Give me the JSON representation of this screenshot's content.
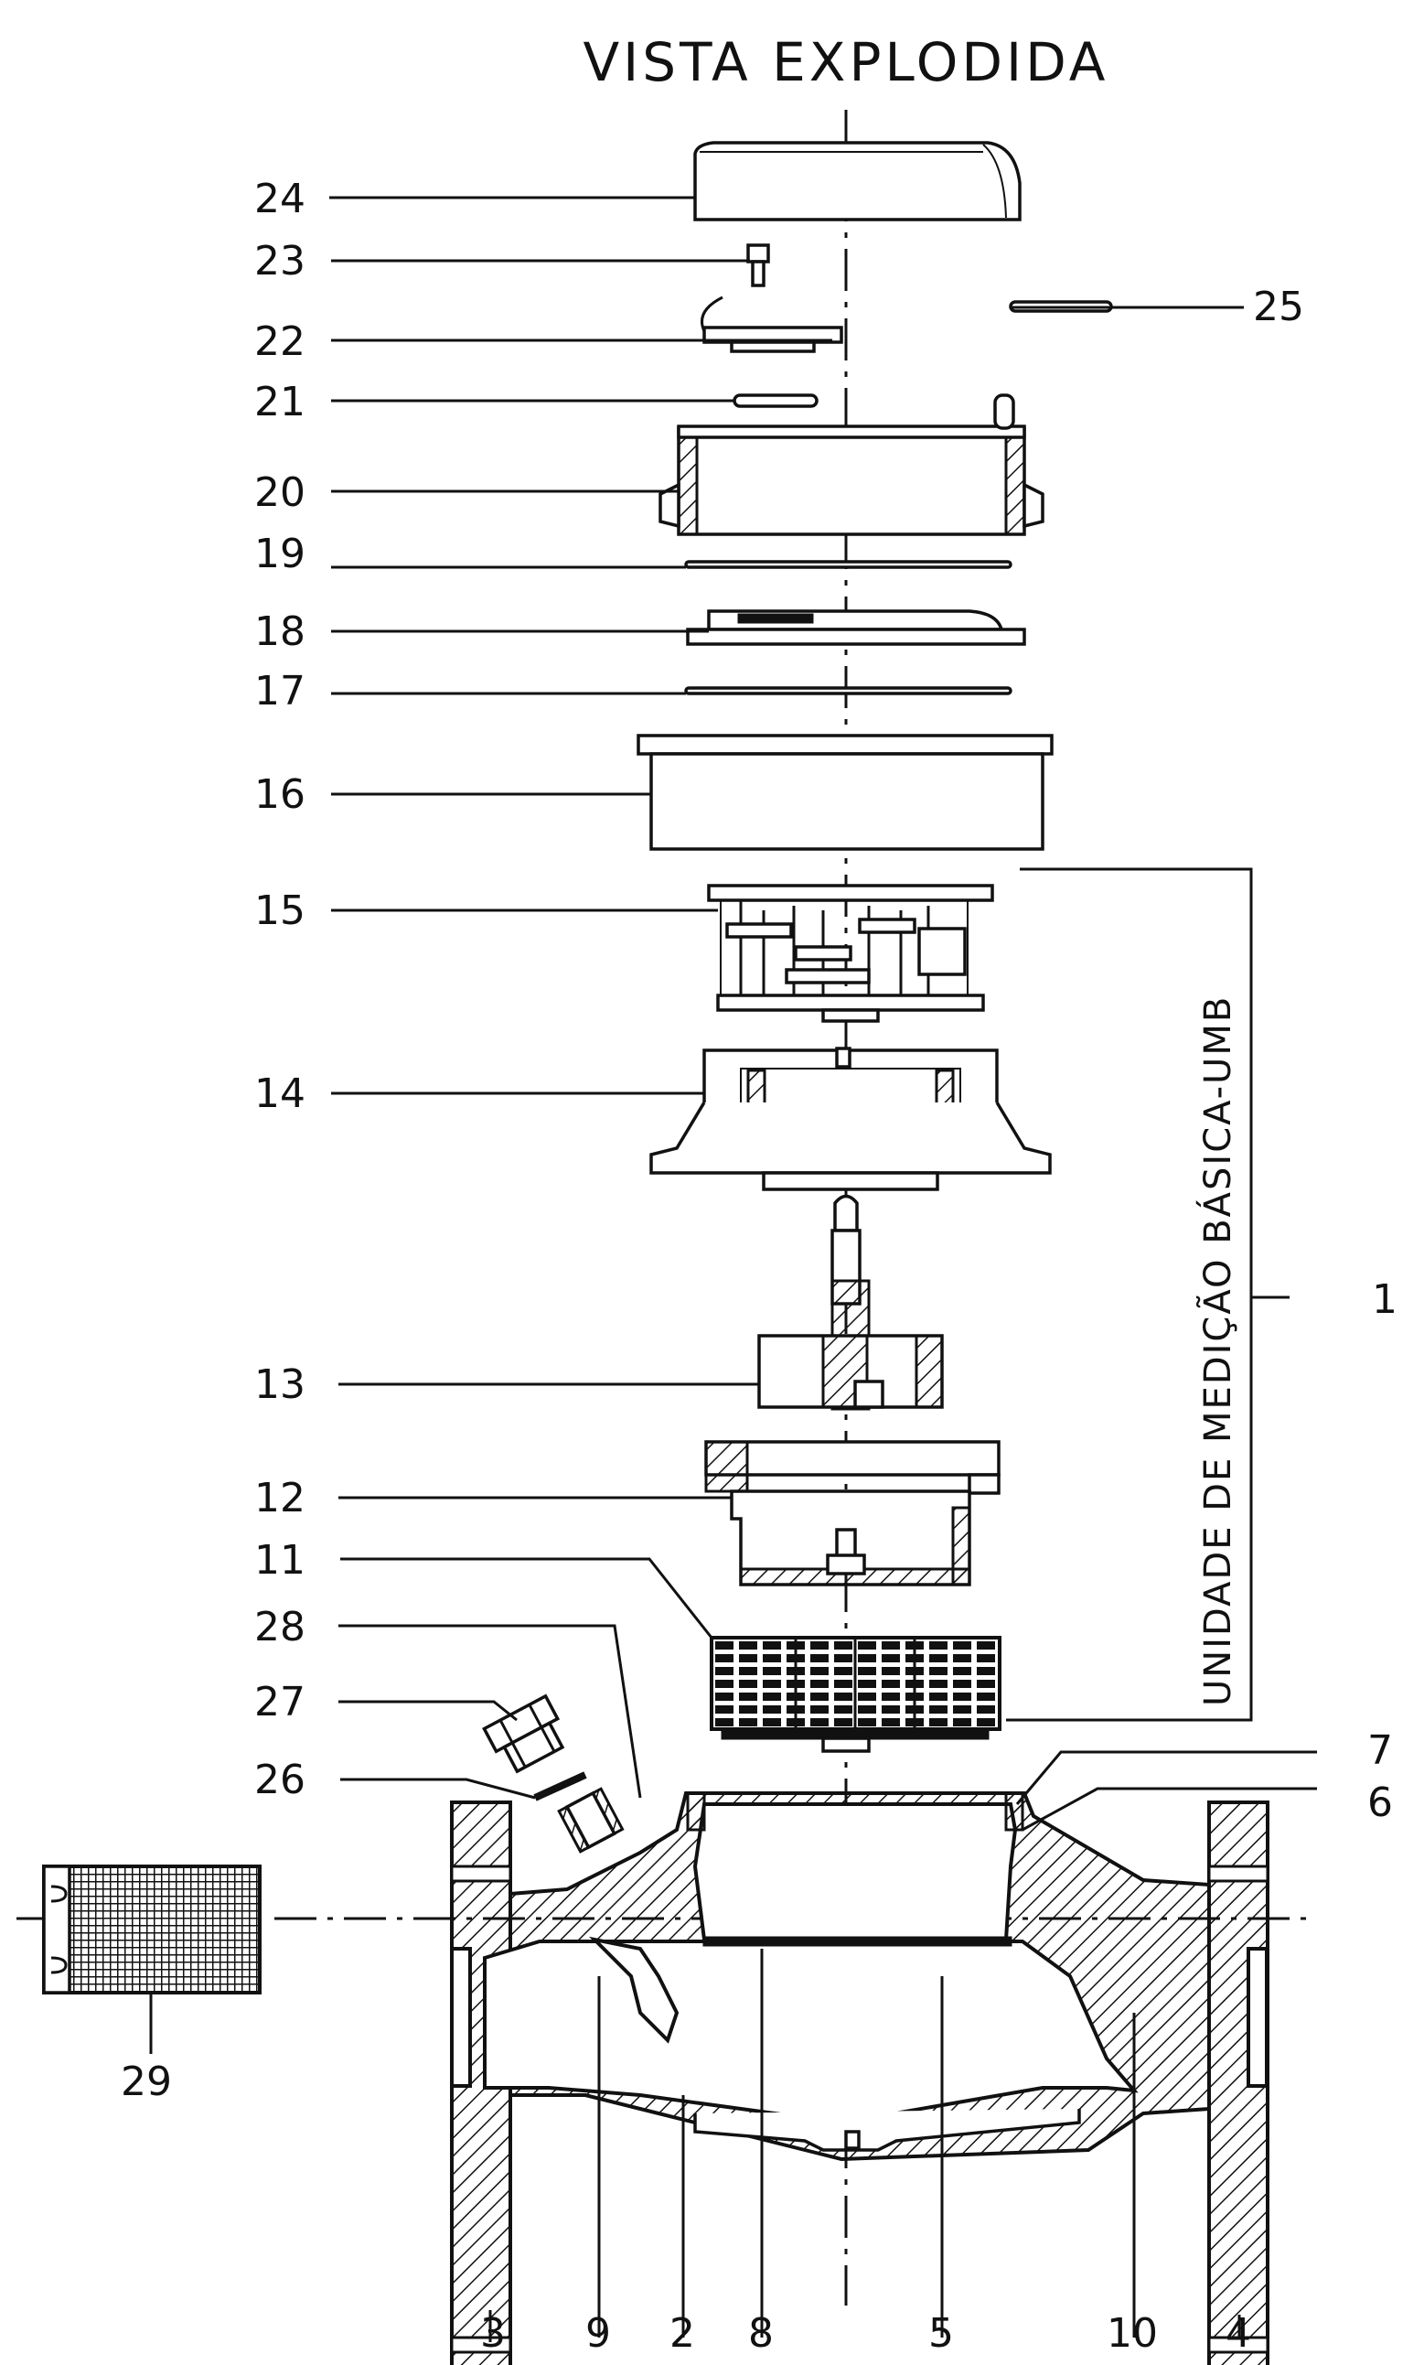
{
  "title": "VISTA EXPLODIDA",
  "side_label": "UNIDADE DE MEDIÇÃO BÁSICA-UMB",
  "part_numbers": {
    "p1": "1",
    "p2": "2",
    "p3": "3",
    "p4": "4",
    "p5": "5",
    "p6": "6",
    "p7": "7",
    "p8": "8",
    "p9": "9",
    "p10": "10",
    "p11": "11",
    "p12": "12",
    "p13": "13",
    "p14": "14",
    "p15": "15",
    "p16": "16",
    "p17": "17",
    "p18": "18",
    "p19": "19",
    "p20": "20",
    "p21": "21",
    "p22": "22",
    "p23": "23",
    "p24": "24",
    "p25": "25",
    "p26": "26",
    "p27": "27",
    "p28": "28",
    "p29": "29"
  }
}
